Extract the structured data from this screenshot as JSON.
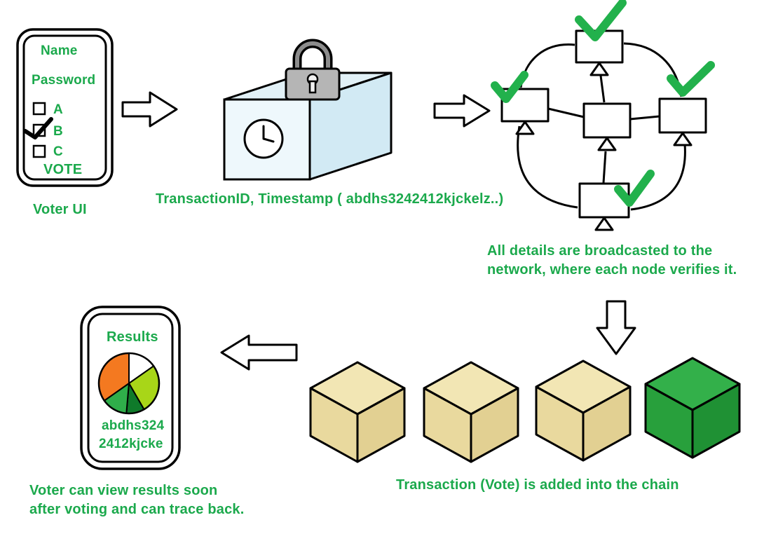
{
  "colors": {
    "green_text": "#1ba94c",
    "check_green": "#22b14c",
    "box_top": "#e2f1f7",
    "box_side": "#d2eaf4",
    "box_front": "#eef8fc",
    "lock_gray": "#b5b5b5",
    "cube_tan_top": "#f2e6b4",
    "cube_tan_left": "#e9d99e",
    "cube_tan_right": "#e2d092",
    "cube_green_top": "#33b04a",
    "cube_green_left": "#28a03c",
    "cube_green_right": "#1f9134",
    "pie_orange": "#f47920",
    "pie_white": "#ffffff",
    "pie_yellowgreen": "#a8d618",
    "pie_darkgreen": "#0f7a2a",
    "pie_green": "#2fae4a"
  },
  "voter_ui": {
    "name_label": "Name",
    "password_label": "Password",
    "options": [
      {
        "label": "A",
        "checked": false
      },
      {
        "label": "B",
        "checked": true
      },
      {
        "label": "C",
        "checked": false
      }
    ],
    "vote_label": "VOTE",
    "caption": "Voter UI"
  },
  "transaction": {
    "caption": "TransactionID, Timestamp ( abdhs3242412kjckelz..)"
  },
  "network": {
    "caption_line1": "All details are broadcasted to the",
    "caption_line2": "network, where each node verifies it."
  },
  "chain": {
    "caption": "Transaction (Vote) is added into the chain"
  },
  "results": {
    "title": "Results",
    "hash_line1": "abdhs324",
    "hash_line2": "2412kjcke",
    "caption_line1": "Voter can view results soon",
    "caption_line2": "after voting and can trace back."
  }
}
